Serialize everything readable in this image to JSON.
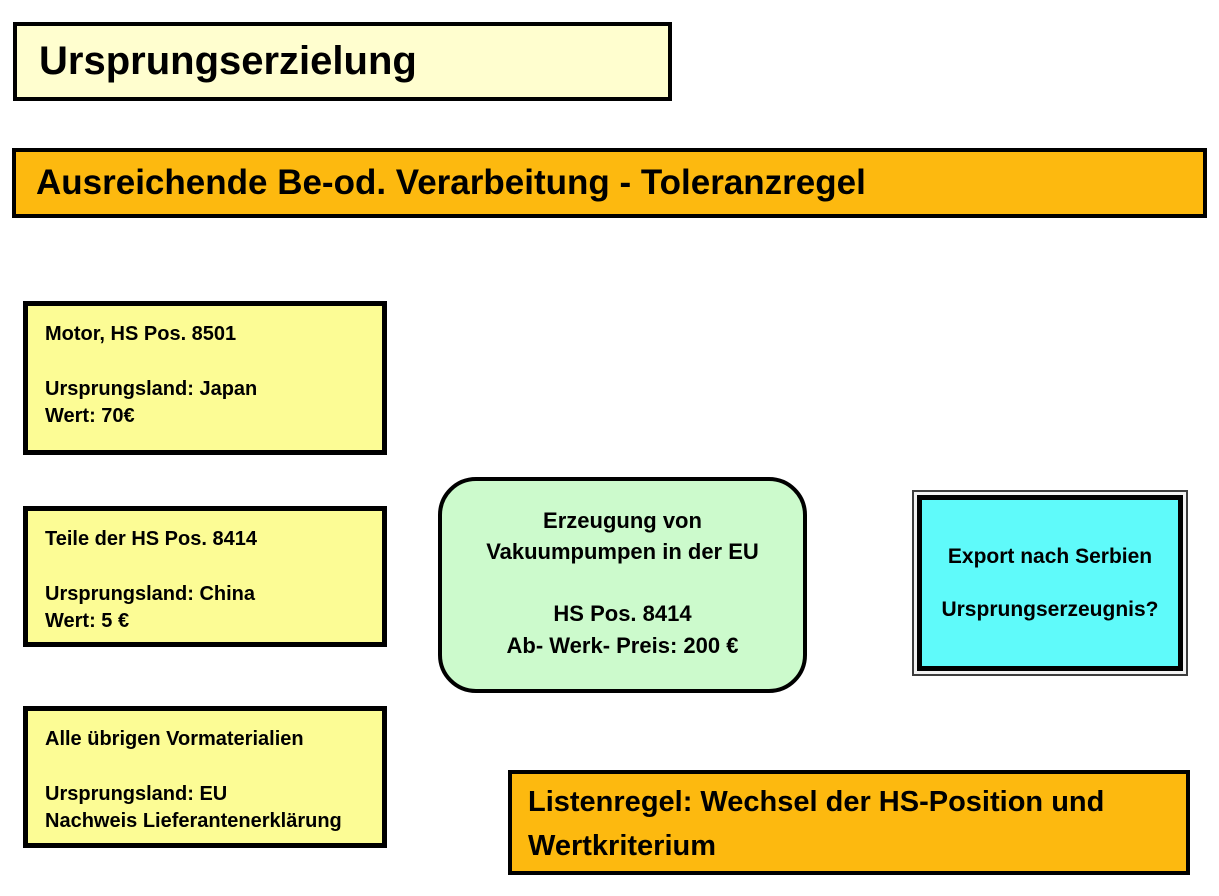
{
  "slide": {
    "background": "#FFFFFF",
    "text_color": "#000000",
    "border_color": "#000000"
  },
  "title_box": {
    "text": "Ursprungserzielung",
    "fill": "#FFFECF"
  },
  "header_banner": {
    "text": "Ausreichende Be-od. Verarbeitung - Toleranzregel",
    "fill": "#FDB90F"
  },
  "material_boxes": [
    {
      "title": "Motor, HS Pos. 8501",
      "lines": [
        "Ursprungsland: Japan",
        "Wert: 70€"
      ],
      "fill": "#FCFC95"
    },
    {
      "title": "Teile der HS Pos. 8414",
      "lines": [
        "Ursprungsland: China",
        "Wert: 5 €"
      ],
      "fill": "#FCFC95"
    },
    {
      "title": "Alle übrigen Vormaterialien",
      "lines": [
        "Ursprungsland: EU",
        "Nachweis Lieferantenerklärung"
      ],
      "fill": "#FCFC95"
    }
  ],
  "process_box": {
    "line1": "Erzeugung von",
    "line2": "Vakuumpumpen in der EU",
    "line3": "HS Pos. 8414",
    "line4": "Ab- Werk- Preis: 200 €",
    "fill": "#CCFACC"
  },
  "export_box": {
    "line1": "Export nach Serbien",
    "line2": "Ursprungserzeugnis?",
    "fill": "#5FFAFA"
  },
  "rule_banner": {
    "line1": "Listenregel: Wechsel der HS-Position und",
    "line2": "Wertkriterium",
    "fill": "#FDB90F"
  }
}
